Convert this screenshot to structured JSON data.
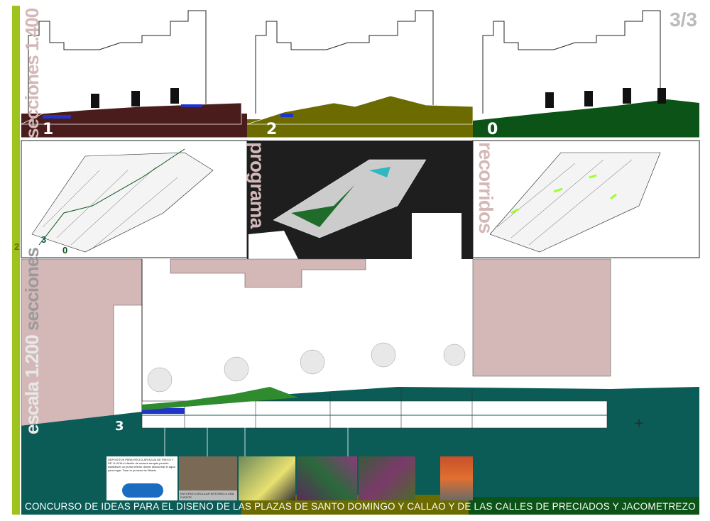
{
  "page_number": "3/3",
  "labels": {
    "top_scale": "secciones 1.400",
    "bottom_scale_a": "escala 1.200",
    "bottom_scale_b": "secciones",
    "plan_2": "programa",
    "plan_3": "recorridos"
  },
  "sections_1400": [
    {
      "number": "1",
      "ground_color": "#4a1c1c"
    },
    {
      "number": "2",
      "ground_color": "#6b6b00"
    },
    {
      "number": "0",
      "ground_color": "#0b5316"
    }
  ],
  "section_1200": {
    "number": "3",
    "ground_color": "#0b5c57"
  },
  "plan_markers": [
    "2",
    "3",
    "0"
  ],
  "photos": [
    {
      "caption": "DEPOSITOS PARA RECICLAR AGUA DE RIEGO Y DE LLUVIA el diseño de suaves rampas permite establecer un punto inferior donde almacenar el agua para regar. Tras un proceso de filtrado"
    },
    {
      "caption": "ENTORNO CIRCULAR ENTORNO A UNA FUENTE"
    }
  ],
  "footer_title": "CONCURSO DE IDEAS PARA EL DISENO DE LAS PLAZAS DE SANTO DOMINGO Y CALLAO Y DE LAS CALLES DE PRECIADOS Y JACOMETREZO",
  "colors": {
    "accent_green": "#9dc31c",
    "pink": "#d4b8b8",
    "teal": "#0b5c57",
    "olive": "#6b6b00",
    "label_gray": "#9a9a9a"
  }
}
